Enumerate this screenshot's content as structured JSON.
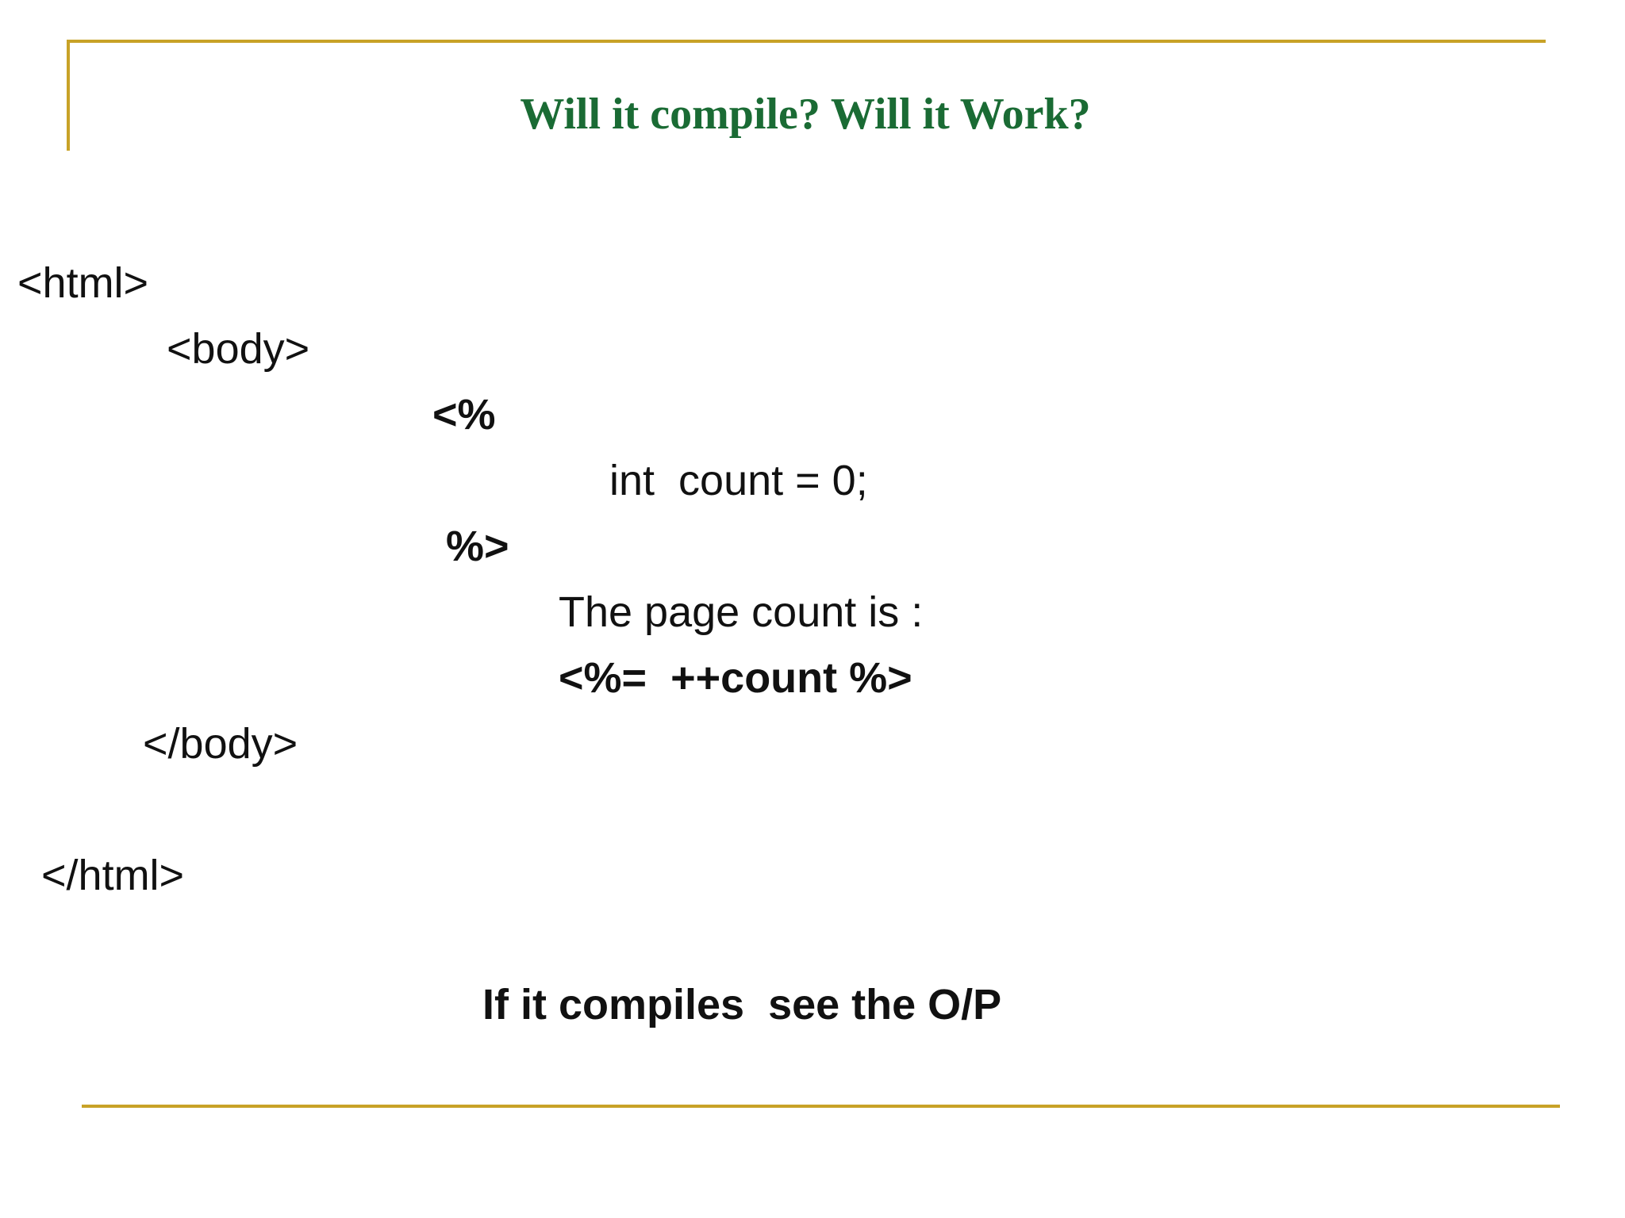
{
  "slide": {
    "title": "Will it compile? Will it Work?",
    "code_lines": [
      "<html>",
      "<body>",
      "<%",
      "int  count = 0;",
      "%>",
      "The page count is :",
      "<%=  ++count %>",
      "</body>",
      "</html>"
    ],
    "footer_note": "If it compiles  see the O/P"
  },
  "colors": {
    "title": "#1a6b34",
    "rule": "#c8a227",
    "text": "#111111",
    "background": "#ffffff"
  }
}
